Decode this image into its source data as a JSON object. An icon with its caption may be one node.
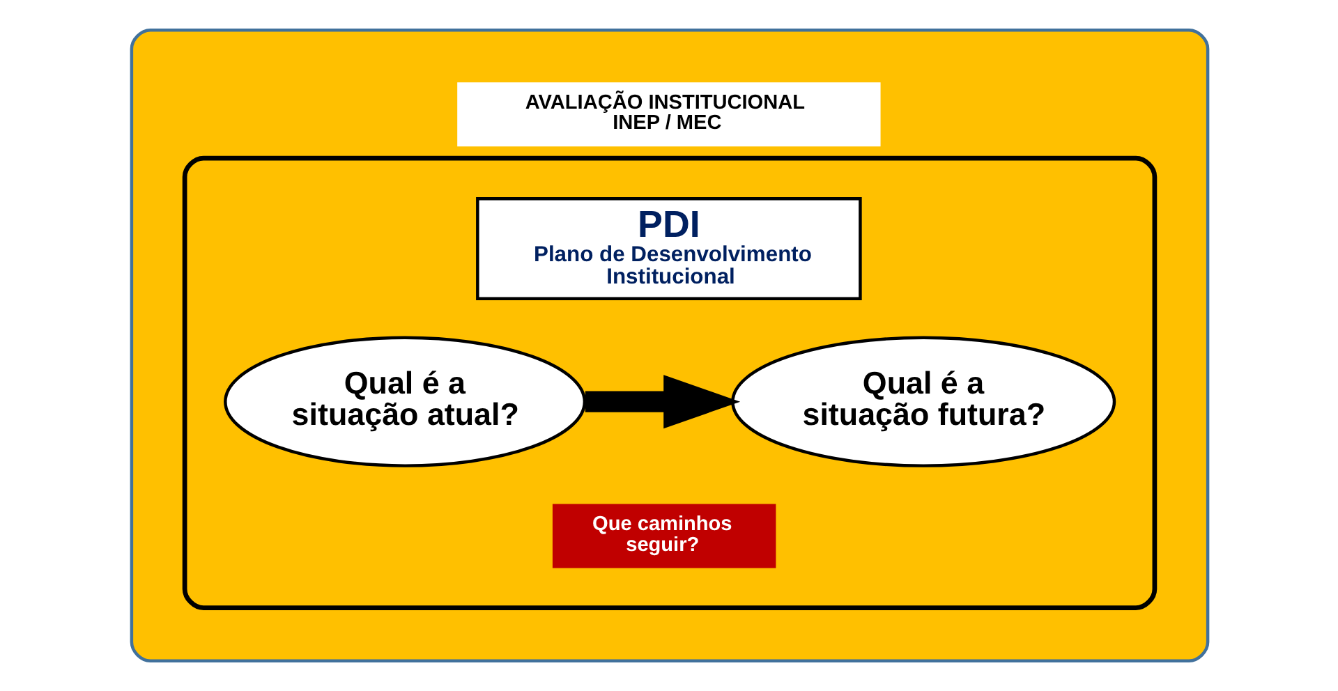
{
  "diagram": {
    "nodes": [
      {
        "text": [],
        "shape": "ellipse"
      },
      {
        "text": [
          "AVALIAÇÃO INSTITUCIONAL",
          "INEP / MEC"
        ],
        "in": 0
      },
      {
        "text": [],
        "shape": "ellipse",
        "in": 0
      },
      {
        "text": [
          "PDI",
          "Plano de Desenvolvimento Institucional"
        ],
        "in": 2
      },
      {
        "text": [
          "Qual é a situação atual?"
        ],
        "in": 2
      },
      {
        "text": [
          "Qual é a situação futura?"
        ],
        "in": 2
      },
      {
        "text": [
          "Que caminhos seguir?"
        ],
        "in": 2
      }
    ],
    "edges": [
      {
        "from": 4,
        "to": 5,
        "arrow": "to"
      }
    ]
  }
}
